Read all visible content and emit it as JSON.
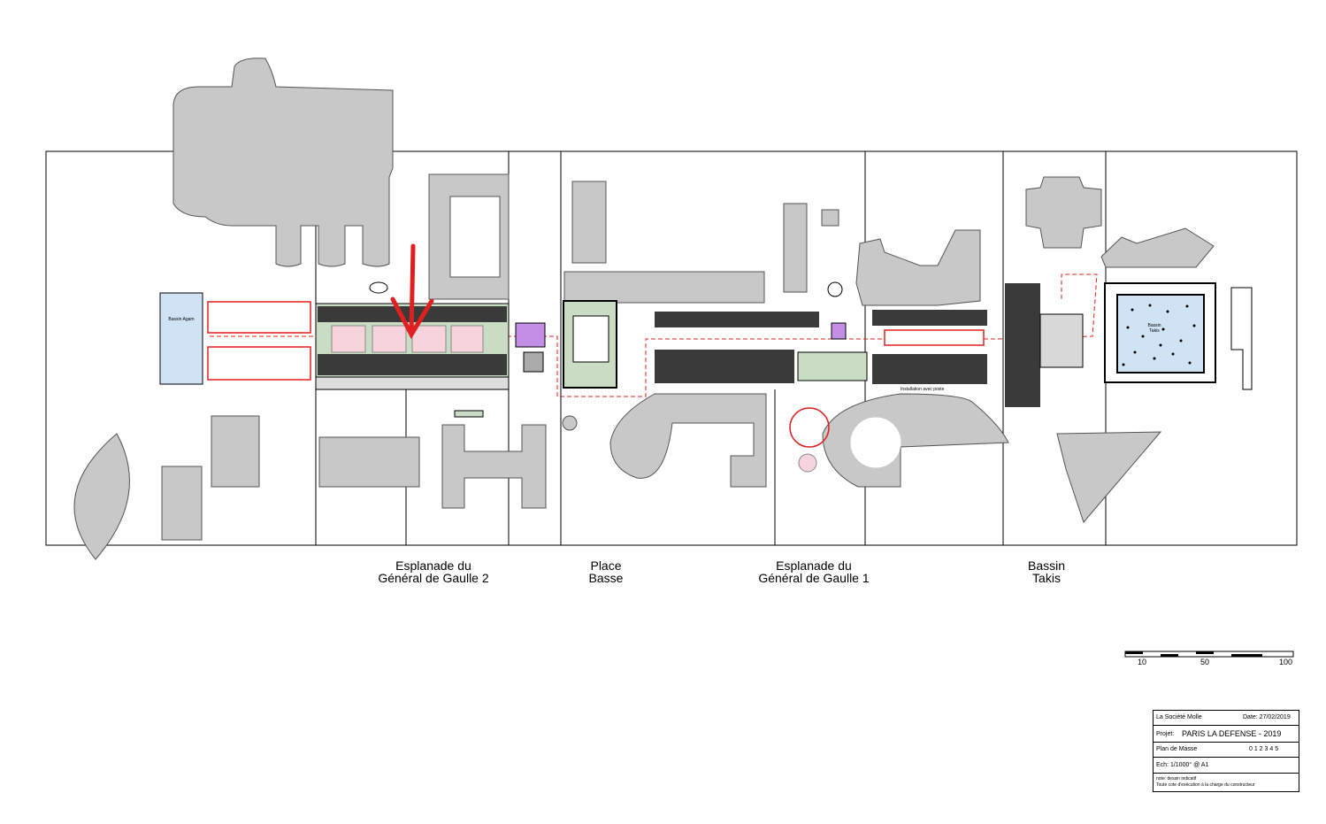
{
  "zones": [
    {
      "line1": "Esplanade du",
      "line2": "Général de Gaulle 2"
    },
    {
      "line1": "Place",
      "line2": "Basse"
    },
    {
      "line1": "Esplanade du",
      "line2": "Général de Gaulle 1"
    },
    {
      "line1": "Bassin",
      "line2": "Takis"
    }
  ],
  "features": {
    "bassin_agam": "Bassin Agam",
    "bassin_takis": "Bassin Takis",
    "installation_note": "Installation avec poste"
  },
  "scale_bar": {
    "ticks": [
      "10",
      "50",
      "100"
    ]
  },
  "title_block": {
    "company": "La Société Molle",
    "date": "Date: 27/02/2019",
    "project_label": "Projet:",
    "project_name": "PARIS LA DEFENSE  - 2019",
    "plan_type": "Plan de Masse",
    "scale_digits": "0 1 2 3 4 5",
    "scale_text": "Ech: 1/1000° @ A1",
    "note1": "note: dessin indicatif",
    "note2": "Toute cote d'exécution à la charge du constructeur"
  },
  "colors": {
    "building": "#c8c8c8",
    "outline": "#000000",
    "accent_red": "#e02020",
    "water": "#cfe3f5",
    "purple": "#c38ee6",
    "pink": "#f7d4dc",
    "green": "#c9dcc4"
  }
}
